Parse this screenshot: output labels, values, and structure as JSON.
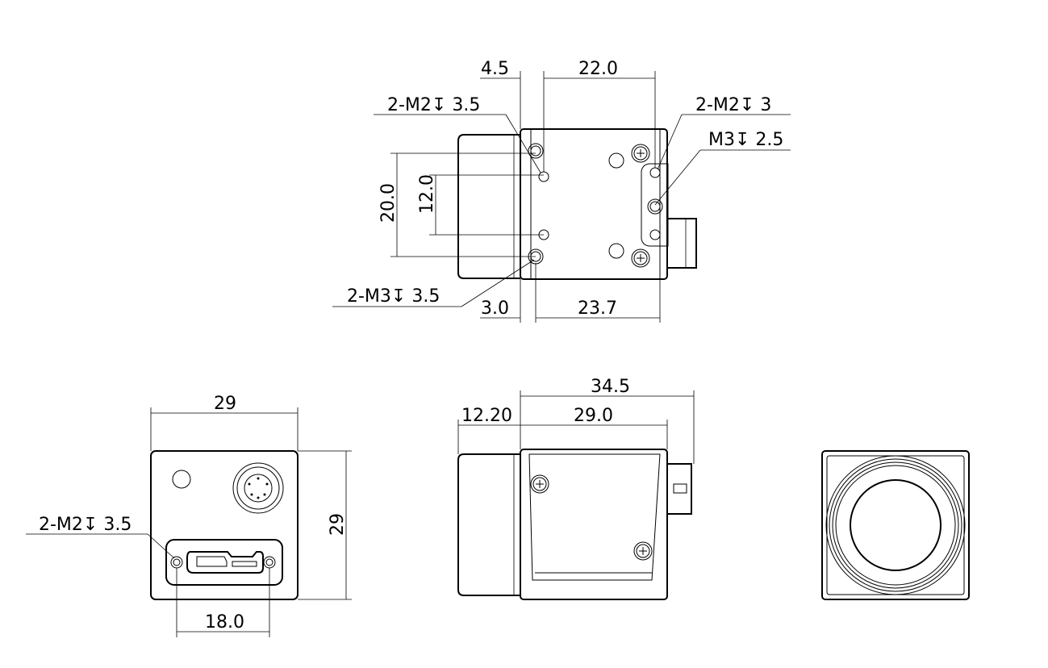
{
  "top_view": {
    "dim_4_5": "4.5",
    "dim_22_0": "22.0",
    "callout_2m2_3_5": "2-M2↧ 3.5",
    "callout_2m2_3": "2-M2↧ 3",
    "callout_m3_2_5": "M3↧ 2.5",
    "dim_20_0": "20.0",
    "dim_12_0": "12.0",
    "callout_2m3_3_5": "2-M3↧ 3.5",
    "dim_3_0": "3.0",
    "dim_23_7": "23.7"
  },
  "rear_view": {
    "dim_width": "29",
    "dim_height": "29",
    "callout_2m2_3_5": "2-M2↧ 3.5",
    "dim_18_0": "18.0"
  },
  "side_view": {
    "dim_34_5": "34.5",
    "dim_12_20": "12.20",
    "dim_29_0": "29.0"
  }
}
